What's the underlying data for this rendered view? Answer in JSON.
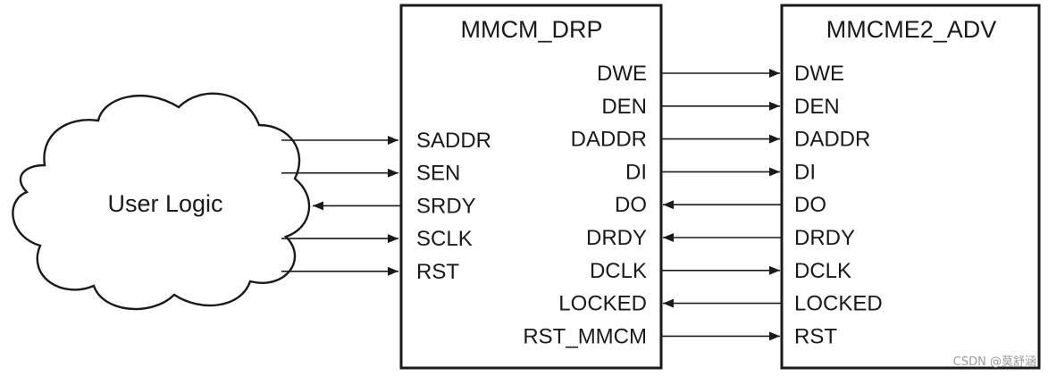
{
  "cloud": {
    "label": "User Logic"
  },
  "drp": {
    "title": "MMCM_DRP",
    "left_ports": [
      "SADDR",
      "SEN",
      "SRDY",
      "SCLK",
      "RST"
    ],
    "right_ports": [
      "DWE",
      "DEN",
      "DADDR",
      "DI",
      "DO",
      "DRDY",
      "DCLK",
      "LOCKED",
      "RST_MMCM"
    ]
  },
  "mmcm": {
    "title": "MMCME2_ADV",
    "left_ports": [
      "DWE",
      "DEN",
      "DADDR",
      "DI",
      "DO",
      "DRDY",
      "DCLK",
      "LOCKED",
      "RST"
    ]
  },
  "user_links": [
    {
      "port": "SADDR",
      "direction": "to-drp"
    },
    {
      "port": "SEN",
      "direction": "to-drp"
    },
    {
      "port": "SRDY",
      "direction": "to-user"
    },
    {
      "port": "SCLK",
      "direction": "to-drp"
    },
    {
      "port": "RST",
      "direction": "to-drp"
    }
  ],
  "core_links": [
    {
      "from": "DWE",
      "to": "DWE",
      "direction": "to-mmcm"
    },
    {
      "from": "DEN",
      "to": "DEN",
      "direction": "to-mmcm"
    },
    {
      "from": "DADDR",
      "to": "DADDR",
      "direction": "to-mmcm"
    },
    {
      "from": "DI",
      "to": "DI",
      "direction": "to-mmcm"
    },
    {
      "from": "DO",
      "to": "DO",
      "direction": "to-drp"
    },
    {
      "from": "DRDY",
      "to": "DRDY",
      "direction": "to-drp"
    },
    {
      "from": "DCLK",
      "to": "DCLK",
      "direction": "to-mmcm"
    },
    {
      "from": "LOCKED",
      "to": "LOCKED",
      "direction": "to-drp"
    },
    {
      "from": "RST_MMCM",
      "to": "RST",
      "direction": "to-mmcm"
    }
  ],
  "watermark": "CSDN @莫舒涵"
}
